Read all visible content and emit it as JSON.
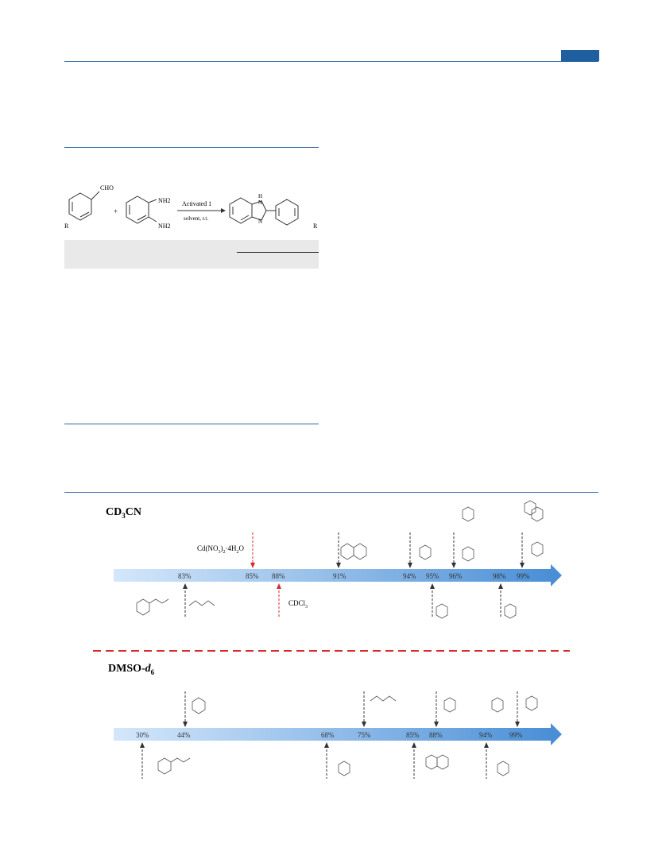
{
  "scheme": {
    "r_label": "R",
    "cho_label": "CHO",
    "plus": "+",
    "nh2_top": "NH2",
    "nh2_bottom": "NH2",
    "arrow_top": "Activated 1",
    "arrow_bottom": "solvent, r.t.",
    "h_label": "H",
    "n_label": "N",
    "n2_label": "N",
    "product_r": "R"
  },
  "figure": {
    "panel1": {
      "solvent": "CD3CN",
      "percents": [
        "83%",
        "85%",
        "88%",
        "91%",
        "94%",
        "95%",
        "96%",
        "98%",
        "99%"
      ],
      "ref_top": "Cd(NO3)2·4H2O",
      "ref_bottom": "CDCl3"
    },
    "panel2": {
      "solvent": "DMSO-d6",
      "percents": [
        "30%",
        "44%",
        "68%",
        "75%",
        "85%",
        "88%",
        "94%",
        "99%"
      ]
    },
    "colors": {
      "arrow_light": "#dcecfb",
      "arrow_dark": "#4a8fd6",
      "separator": "#d62b2b",
      "ref_marker": "#d62b2b"
    }
  }
}
